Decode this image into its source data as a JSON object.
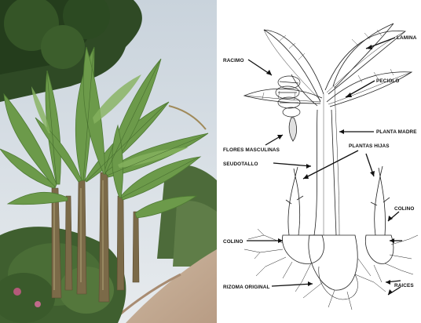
{
  "labels": {
    "lamina": "LAMINA",
    "racimo": "RACIMO",
    "peciolo": "PECIOLO",
    "planta_madre": "PLANTA MADRE",
    "flores_masculinas": "FLORES MASCULINAS",
    "plantas_hijas": "PLANTAS HIJAS",
    "seudotallo": "SEUDOTALLO",
    "colino_left": "COLINO",
    "colino_right": "COLINO",
    "rizoma_original": "RIZOMA ORIGINAL",
    "raices": "RAICES"
  }
}
